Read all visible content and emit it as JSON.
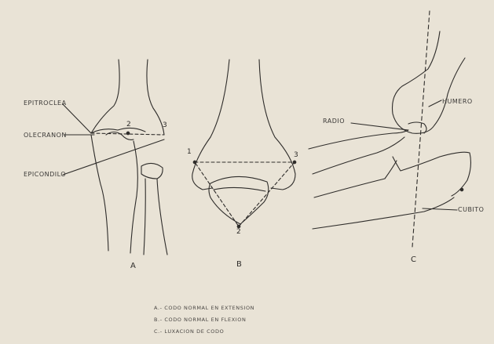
{
  "labels": {
    "epitroclea": "EPITROCLEA",
    "olecranon": "OLECRANON",
    "epicondilo": "EPICONDILO",
    "radio": "RADIO",
    "humero": "HUMERO",
    "cubito": "CUBITO"
  },
  "points": {
    "p1": "1",
    "p2": "2",
    "p3": "3"
  },
  "panels": {
    "a": "A",
    "b": "B",
    "c": "C"
  },
  "legend": [
    "A.- CODO NORMAL EN EXTENSION",
    "B.- CODO NORMAL EN FLEXION",
    "C.- LUXACION DE CODO"
  ],
  "colors": {
    "ink": "#2e2c2a",
    "paper": "#e9e3d6"
  }
}
